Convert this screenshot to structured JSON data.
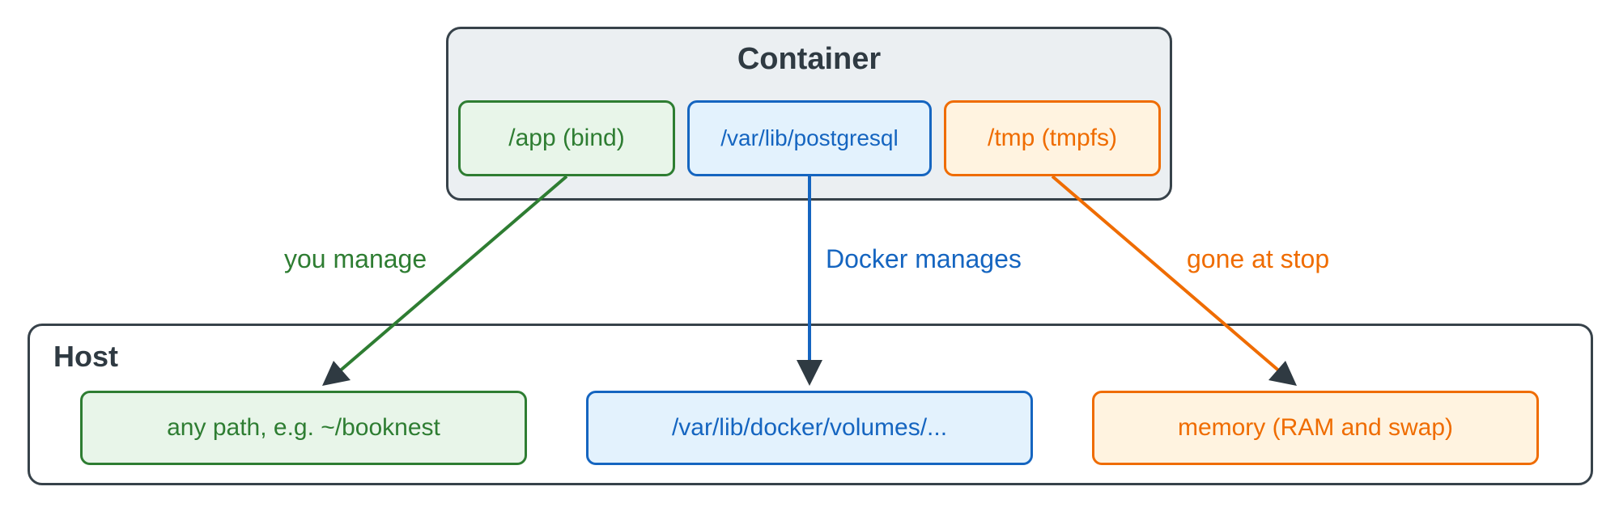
{
  "container": {
    "title": "Container",
    "mounts": [
      {
        "label": "/app (bind)",
        "color": "#2e7d32",
        "fill": "#e8f5e9"
      },
      {
        "label": "/var/lib/postgresql",
        "color": "#1565c0",
        "fill": "#e3f2fd"
      },
      {
        "label": "/tmp (tmpfs)",
        "color": "#ef6c00",
        "fill": "#fff3e0"
      }
    ]
  },
  "host": {
    "title": "Host",
    "targets": [
      {
        "label": "any path, e.g. ~/booknest",
        "color": "#2e7d32",
        "fill": "#e8f5e9"
      },
      {
        "label": "/var/lib/docker/volumes/...",
        "color": "#1565c0",
        "fill": "#e3f2fd"
      },
      {
        "label": "memory (RAM and swap)",
        "color": "#ef6c00",
        "fill": "#fff3e0"
      }
    ]
  },
  "edges": [
    {
      "label": "you manage",
      "color": "#2e7d32"
    },
    {
      "label": "Docker manages",
      "color": "#1565c0"
    },
    {
      "label": "gone at stop",
      "color": "#ef6c00"
    }
  ],
  "colors": {
    "outline": "#37424a",
    "title": "#2f3a42",
    "container_bg": "#ebeff2"
  }
}
